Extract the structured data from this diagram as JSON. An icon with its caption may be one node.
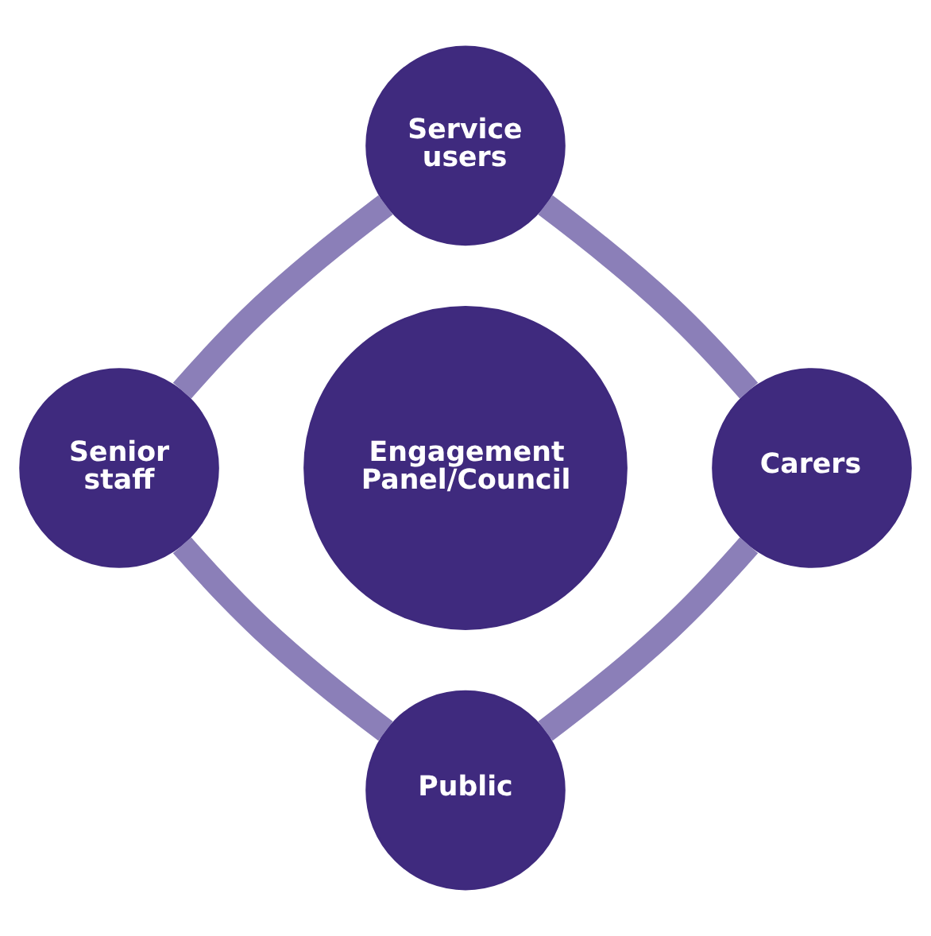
{
  "diagram": {
    "nodes": [
      {
        "text": [
          "Service users"
        ]
      },
      {
        "text": [
          "Senior staff"
        ]
      },
      {
        "text": [
          "Engagement Panel/Council"
        ]
      },
      {
        "text": [
          "Carers"
        ]
      },
      {
        "text": [
          "Public"
        ]
      }
    ],
    "edges": [
      {
        "from": 0,
        "to": 3,
        "arrow": "none"
      },
      {
        "from": 3,
        "to": 4,
        "arrow": "none"
      },
      {
        "from": 1,
        "to": 4,
        "arrow": "none"
      },
      {
        "from": 0,
        "to": 1,
        "arrow": "none"
      }
    ]
  }
}
